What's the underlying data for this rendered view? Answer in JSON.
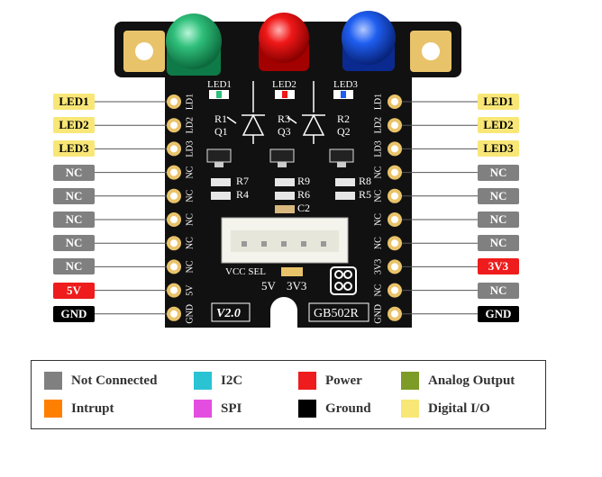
{
  "colors": {
    "not_connected": "#808080",
    "interrupt": "#ff8000",
    "i2c": "#29c3d3",
    "spi": "#e44ee0",
    "power": "#ee1c1c",
    "ground": "#000000",
    "analog_output": "#7d9b27",
    "digital_io": "#f8e777",
    "pcb": "#111111",
    "pad_gold": "#e9c36a"
  },
  "left_pins": [
    {
      "label": "LED1",
      "type": "digital_io"
    },
    {
      "label": "LED2",
      "type": "digital_io"
    },
    {
      "label": "LED3",
      "type": "digital_io"
    },
    {
      "label": "NC",
      "type": "not_connected"
    },
    {
      "label": "NC",
      "type": "not_connected"
    },
    {
      "label": "NC",
      "type": "not_connected"
    },
    {
      "label": "NC",
      "type": "not_connected"
    },
    {
      "label": "NC",
      "type": "not_connected"
    },
    {
      "label": "5V",
      "type": "power"
    },
    {
      "label": "GND",
      "type": "ground"
    }
  ],
  "right_pins": [
    {
      "label": "LED1",
      "type": "digital_io"
    },
    {
      "label": "LED2",
      "type": "digital_io"
    },
    {
      "label": "LED3",
      "type": "digital_io"
    },
    {
      "label": "NC",
      "type": "not_connected"
    },
    {
      "label": "NC",
      "type": "not_connected"
    },
    {
      "label": "NC",
      "type": "not_connected"
    },
    {
      "label": "NC",
      "type": "not_connected"
    },
    {
      "label": "3V3",
      "type": "power"
    },
    {
      "label": "NC",
      "type": "not_connected"
    },
    {
      "label": "GND",
      "type": "ground"
    }
  ],
  "board": {
    "left_silk": [
      "LD1",
      "LD2",
      "LD3",
      "NC",
      "NC",
      "NC",
      "NC",
      "NC",
      "5V",
      "GND"
    ],
    "right_silk": [
      "LD1",
      "LD2",
      "LD3",
      "NC",
      "NC",
      "NC",
      "NC",
      "3V3",
      "NC",
      "GND"
    ],
    "led_labels": [
      "LED1",
      "LED2",
      "LED3"
    ],
    "components": [
      "R1",
      "Q1",
      "R3",
      "Q3",
      "R2",
      "Q2",
      "R7",
      "R4",
      "R9",
      "R6",
      "C2",
      "R8",
      "R5"
    ],
    "vcc_sel": "VCC SEL",
    "vcc_options": [
      "5V",
      "3V3"
    ],
    "version": "V2.0",
    "model": "GB502R"
  },
  "legend": [
    {
      "label": "Not Connected",
      "type": "not_connected"
    },
    {
      "label": "I2C",
      "type": "i2c"
    },
    {
      "label": "Power",
      "type": "power"
    },
    {
      "label": "Analog Output",
      "type": "analog_output"
    },
    {
      "label": "Intrupt",
      "type": "interrupt"
    },
    {
      "label": "SPI",
      "type": "spi"
    },
    {
      "label": "Ground",
      "type": "ground"
    },
    {
      "label": "Digital I/O",
      "type": "digital_io"
    }
  ]
}
